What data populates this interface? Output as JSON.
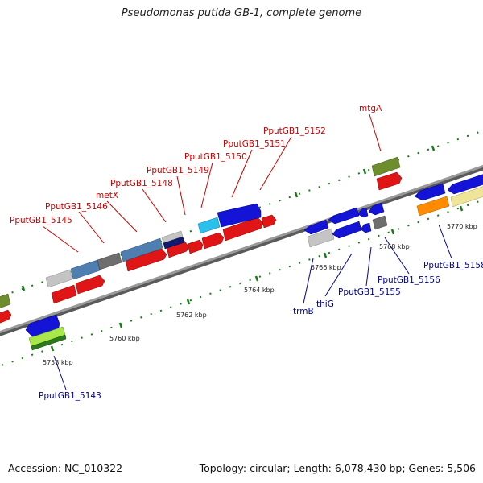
{
  "header": {
    "title": "Pseudomonas putida GB-1, complete genome"
  },
  "footer": {
    "accession": "Accession: NC_010322",
    "summary": "Topology: circular; Length: 6,078,430 bp; Genes: 5,506"
  },
  "colors": {
    "forward_label": "#cc0000",
    "reverse_label": "#000099",
    "tick": "#1a7a1a",
    "backbone": "#888888"
  },
  "scale": {
    "unit": "kbp",
    "labels": [
      {
        "text": "5758 kbp"
      },
      {
        "text": "5760 kbp"
      },
      {
        "text": "5762 kbp"
      },
      {
        "text": "5764 kbp"
      },
      {
        "text": "5766 kbp"
      },
      {
        "text": "5768 kbp"
      },
      {
        "text": "5770 kbp"
      }
    ]
  },
  "genes": {
    "forward_labels": [
      {
        "text": "PputGB1_5145"
      },
      {
        "text": "PputGB1_5146"
      },
      {
        "text": "metX"
      },
      {
        "text": "PputGB1_5148"
      },
      {
        "text": "PputGB1_5149"
      },
      {
        "text": "PputGB1_5150"
      },
      {
        "text": "PputGB1_5151"
      },
      {
        "text": "PputGB1_5152"
      },
      {
        "text": "mtgA"
      }
    ],
    "reverse_labels": [
      {
        "text": "PputGB1_5143"
      },
      {
        "text": "trmB"
      },
      {
        "text": "thiG"
      },
      {
        "text": "PputGB1_5155"
      },
      {
        "text": "PputGB1_5156"
      },
      {
        "text": "PputGB1_5158"
      }
    ]
  }
}
